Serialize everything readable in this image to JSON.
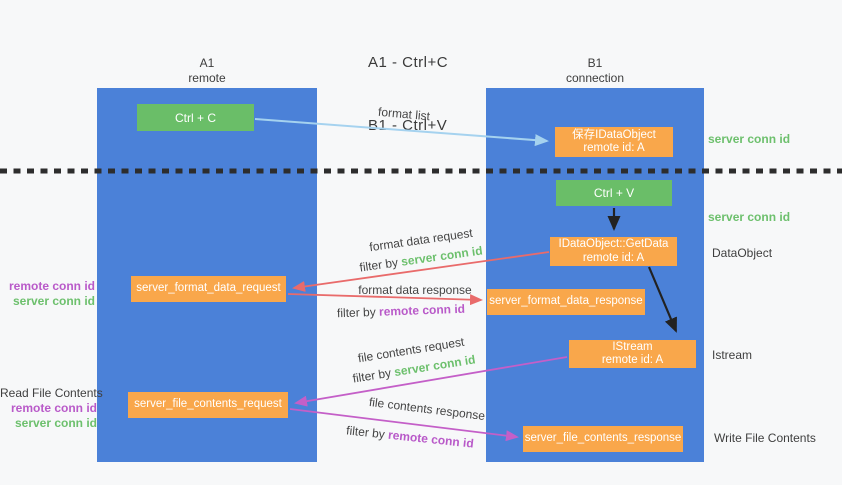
{
  "title": {
    "line1": "A1 - Ctrl+C",
    "line2": "B1 - Ctrl+V"
  },
  "columns": {
    "left": {
      "name": "A1",
      "subtitle": "remote"
    },
    "right": {
      "name": "B1",
      "subtitle": "connection"
    }
  },
  "boxes": {
    "ctrl_c": {
      "label": "Ctrl + C"
    },
    "save_dataobject": {
      "line1": "保存IDataObject",
      "line2": "remote id: A"
    },
    "ctrl_v": {
      "label": "Ctrl + V"
    },
    "getdata": {
      "line1": "IDataObject::GetData",
      "line2": "remote id: A"
    },
    "format_request": {
      "label": "server_format_data_request"
    },
    "format_response": {
      "label": "server_format_data_response"
    },
    "istream": {
      "line1": "IStream",
      "line2": "remote id: A"
    },
    "file_request": {
      "label": "server_file_contents_request"
    },
    "file_response": {
      "label": "server_file_contents_response"
    }
  },
  "arrows": {
    "format_list": {
      "label": "format list"
    },
    "format_data_request": {
      "label": "format data request",
      "filter_prefix": "filter by ",
      "filter_key": "server conn id"
    },
    "format_data_response": {
      "label": "format data response",
      "filter_prefix": "filter by ",
      "filter_key": "remote conn id"
    },
    "file_contents_request": {
      "label": "file contents request",
      "filter_prefix": "filter by ",
      "filter_key": "server conn id"
    },
    "file_contents_response": {
      "label": "file contents response",
      "filter_prefix": "filter by ",
      "filter_key": "remote conn id"
    }
  },
  "annotations": {
    "right": {
      "server_conn_id_top": "server conn id",
      "server_conn_id_mid": "server conn id",
      "dataobject": "DataObject",
      "istream": "Istream",
      "write_file_contents": "Write File Contents"
    },
    "left": {
      "remote_conn_id_top": "remote conn id",
      "server_conn_id_top": "server conn id",
      "read_file_contents": "Read File Contents",
      "remote_conn_id_bottom": "remote conn id",
      "server_conn_id_bottom": "server conn id"
    }
  },
  "colors": {
    "column_blue": "#4b81d8",
    "box_green": "#6abe68",
    "box_orange": "#f9a74b",
    "arrow_lightblue": "#a5d2ef",
    "arrow_red": "#e96b6b",
    "arrow_magenta": "#c45fc8",
    "arrow_black": "#222222",
    "separator_black": "#2d2d2d",
    "text_green": "#6dc06d",
    "text_purple": "#b95ac9"
  }
}
